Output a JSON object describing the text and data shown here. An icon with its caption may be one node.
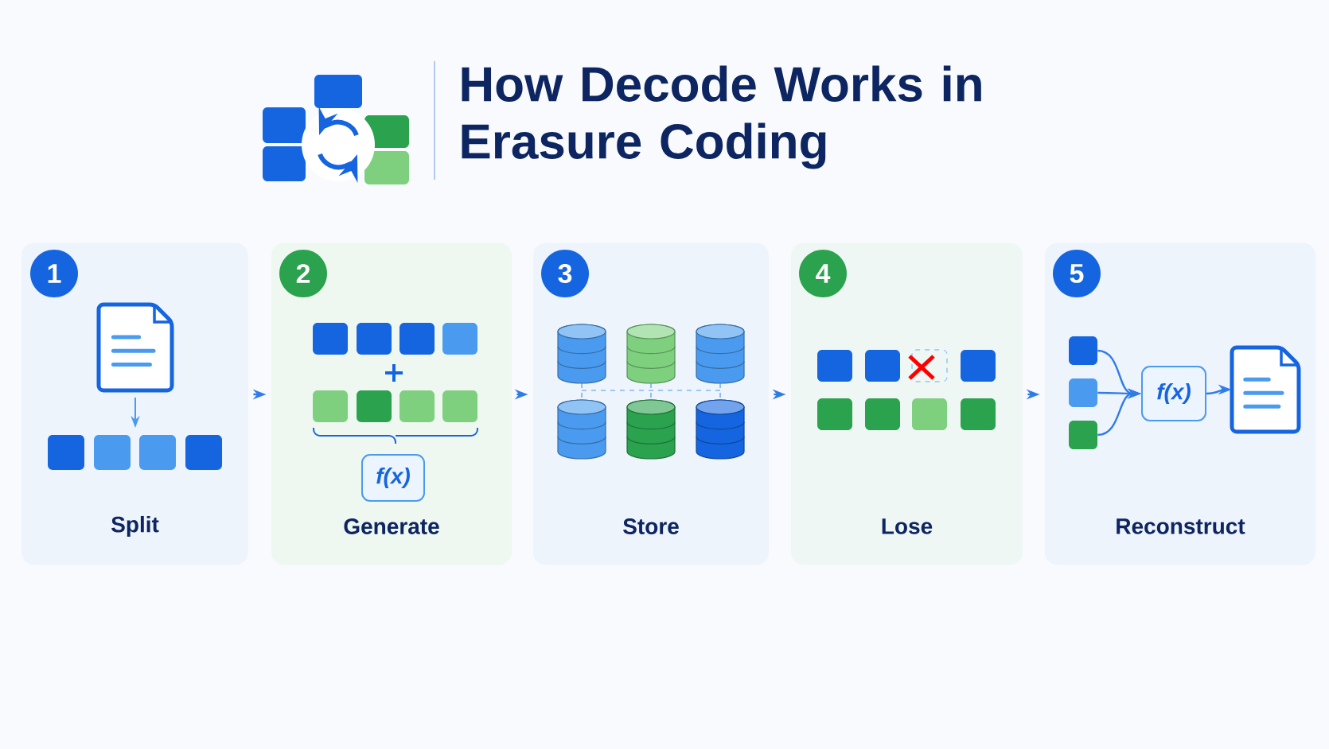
{
  "diagram": {
    "title": "How Decode Works in Erasure Coding",
    "nodes": [
      {
        "text": [
          "Split"
        ]
      },
      {
        "text": [
          "1"
        ],
        "in": 0
      },
      {
        "text": [
          "Generate"
        ]
      },
      {
        "text": [
          "2"
        ],
        "in": 2
      },
      {
        "text": [
          "f(x)"
        ],
        "in": 2
      },
      {
        "text": [
          "Store"
        ]
      },
      {
        "text": [
          "3"
        ],
        "in": 5
      },
      {
        "text": [
          "Lose"
        ]
      },
      {
        "text": [
          "4"
        ],
        "in": 7
      },
      {
        "text": [
          "Reconstruct"
        ]
      },
      {
        "text": [
          "5"
        ],
        "in": 9
      },
      {
        "text": [],
        "shape": "box",
        "in": 9
      },
      {
        "text": [],
        "shape": "box",
        "in": 9
      },
      {
        "text": [],
        "shape": "box",
        "in": 9
      },
      {
        "text": [
          "f(x)"
        ],
        "in": 9
      },
      {
        "text": [],
        "shape": "document",
        "in": 9
      }
    ],
    "edges": [
      {
        "from": 0,
        "to": 2,
        "arrow": "to"
      },
      {
        "from": 2,
        "to": 5,
        "arrow": "to"
      },
      {
        "from": 5,
        "to": 7,
        "arrow": "to"
      },
      {
        "from": 7,
        "to": 9,
        "arrow": "to"
      },
      {
        "from": 11,
        "to": 14,
        "arrow": "to"
      },
      {
        "from": 12,
        "to": 14,
        "arrow": "to"
      },
      {
        "from": 13,
        "to": 14,
        "arrow": "to"
      },
      {
        "from": 14,
        "to": 15,
        "arrow": "to"
      }
    ]
  }
}
